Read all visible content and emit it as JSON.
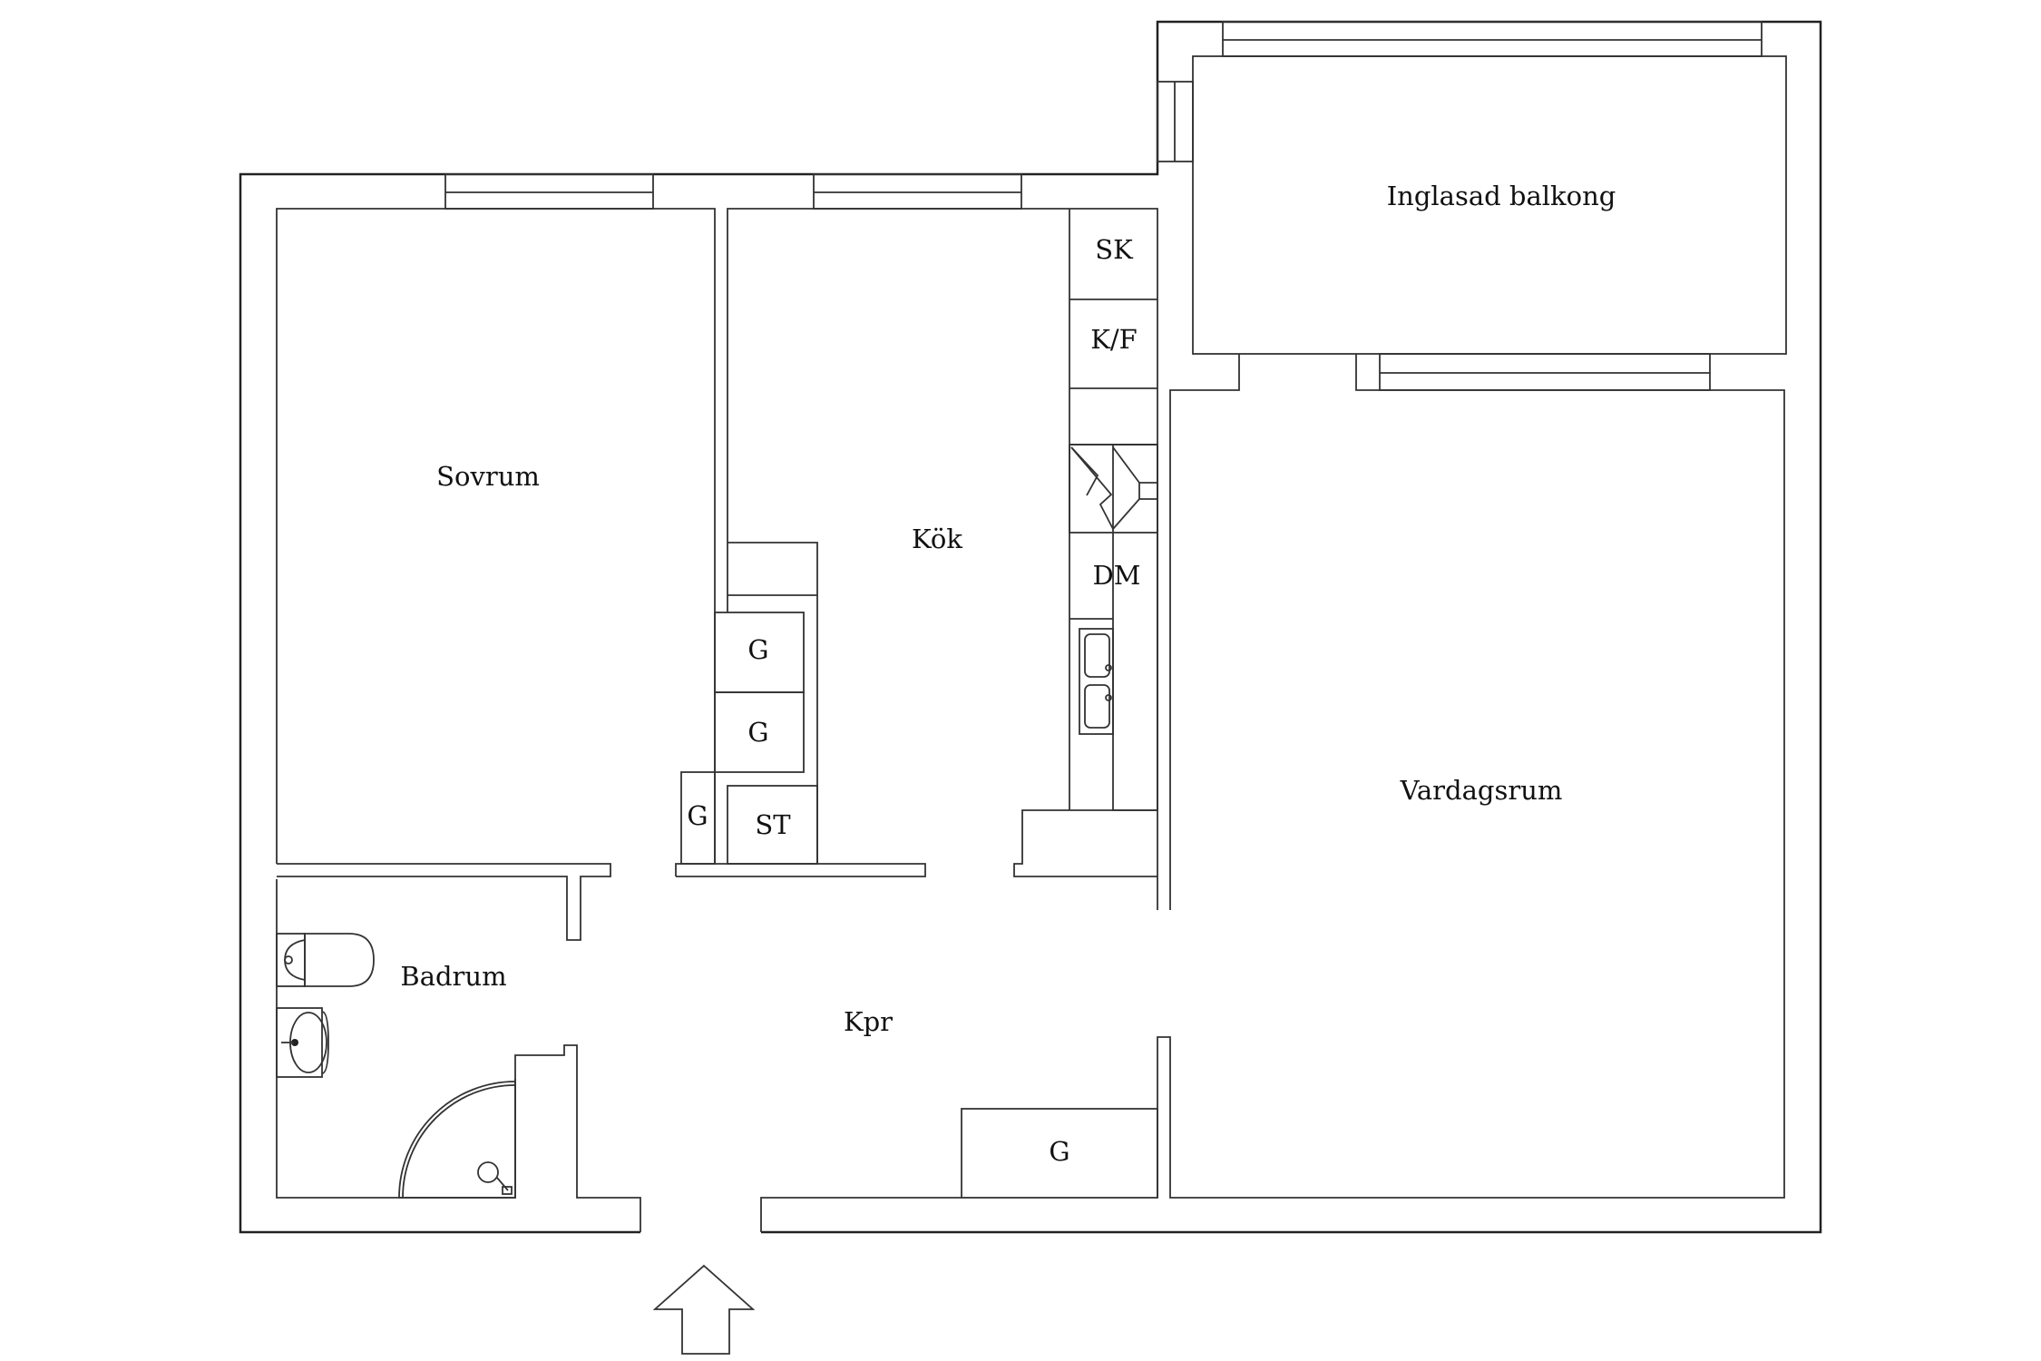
{
  "rooms": {
    "inglasad_balkong": "Inglasad balkong",
    "sovrum": "Sovrum",
    "kok": "Kök",
    "vardagsrum": "Vardagsrum",
    "badrum": "Badrum",
    "kpr": "Kpr"
  },
  "fixtures": {
    "sk": "SK",
    "kf": "K/F",
    "dm": "DM",
    "g_kitchen_1": "G",
    "g_kitchen_2": "G",
    "g_small": "G",
    "st": "ST",
    "g_hall": "G"
  },
  "entrance": "entrance-arrow-icon",
  "colors": {
    "line": "#222222",
    "background": "#ffffff"
  }
}
